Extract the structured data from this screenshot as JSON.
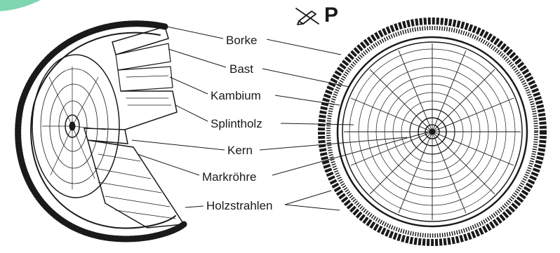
{
  "badge": {
    "letter": "P",
    "icon": "no-writing-icon"
  },
  "labels": {
    "borke": "Borke",
    "bast": "Bast",
    "kambium": "Kambium",
    "splintholz": "Splintholz",
    "kern": "Kern",
    "markroehre": "Markröhre",
    "holzstrahlen": "Holzstrahlen"
  },
  "colors": {
    "ink": "#1a1a1a",
    "corner_accent": "#7fd6b0"
  }
}
